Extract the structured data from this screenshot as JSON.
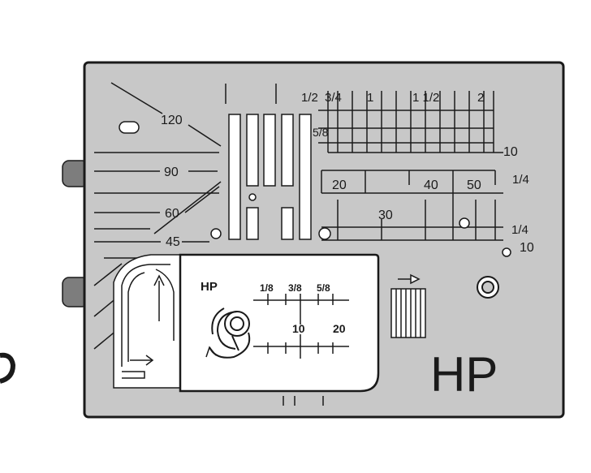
{
  "colors": {
    "plate": "#c8c8c8",
    "outline": "#1a1a1a",
    "white": "#ffffff",
    "tab": "#7d7d7d"
  },
  "left_angle_labels": [
    "120",
    "90",
    "60",
    "45"
  ],
  "top_fractions": [
    "1/2",
    "3/4",
    "1",
    "1 1/2",
    "2"
  ],
  "grid_labels": {
    "five_eighths": "5/8",
    "ten_right": "10",
    "quarter_upper": "1/4",
    "quarter_lower": "1/4",
    "ten_lower": "10"
  },
  "mm_labels": [
    "20",
    "40",
    "50",
    "30"
  ],
  "insert": {
    "label": "HP",
    "fractions": [
      "1/8",
      "3/8",
      "5/8"
    ],
    "numbers": [
      "10",
      "20"
    ]
  },
  "plate_label": "HP",
  "icons": [
    "arrow-right-icon",
    "bobbin-icon",
    "screw-icon",
    "feed-dog-icon",
    "bobbin-case-icon"
  ]
}
